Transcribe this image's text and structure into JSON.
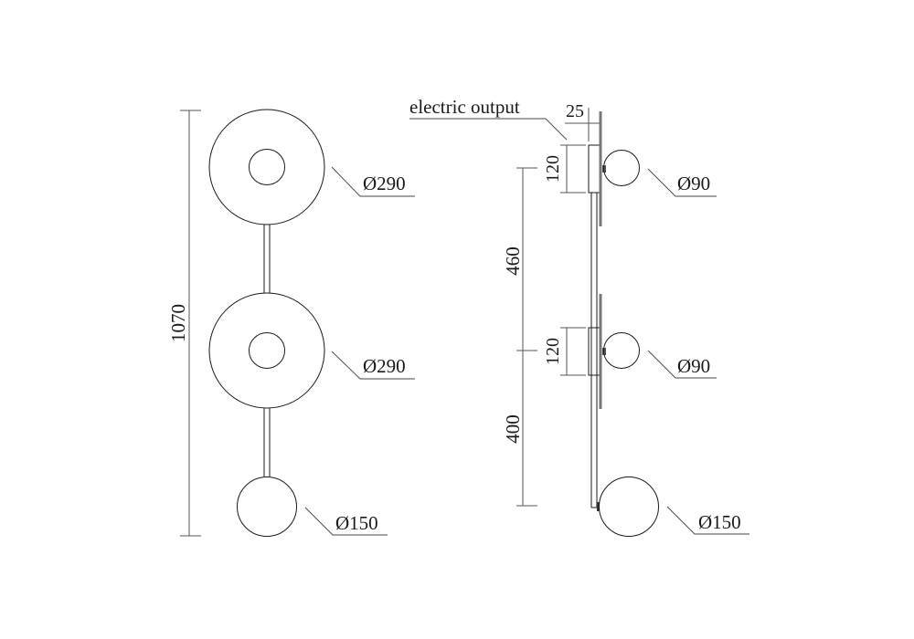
{
  "drawing": {
    "front_view": {
      "overall_height_label": "1070",
      "disc_upper_label": "Ø290",
      "disc_middle_label": "Ø290",
      "globe_bottom_label": "Ø150"
    },
    "side_view": {
      "electric_output_label": "electric output",
      "depth_label": "25",
      "canopy_upper_label": "120",
      "canopy_middle_label": "120",
      "spacing_upper_label": "460",
      "spacing_lower_label": "400",
      "globe_upper_label": "Ø90",
      "globe_middle_label": "Ø90",
      "globe_bottom_label": "Ø150"
    }
  },
  "colors": {
    "line": "#1a1a1a",
    "dimension": "#555555",
    "plate": "#777777",
    "background": "#ffffff"
  }
}
